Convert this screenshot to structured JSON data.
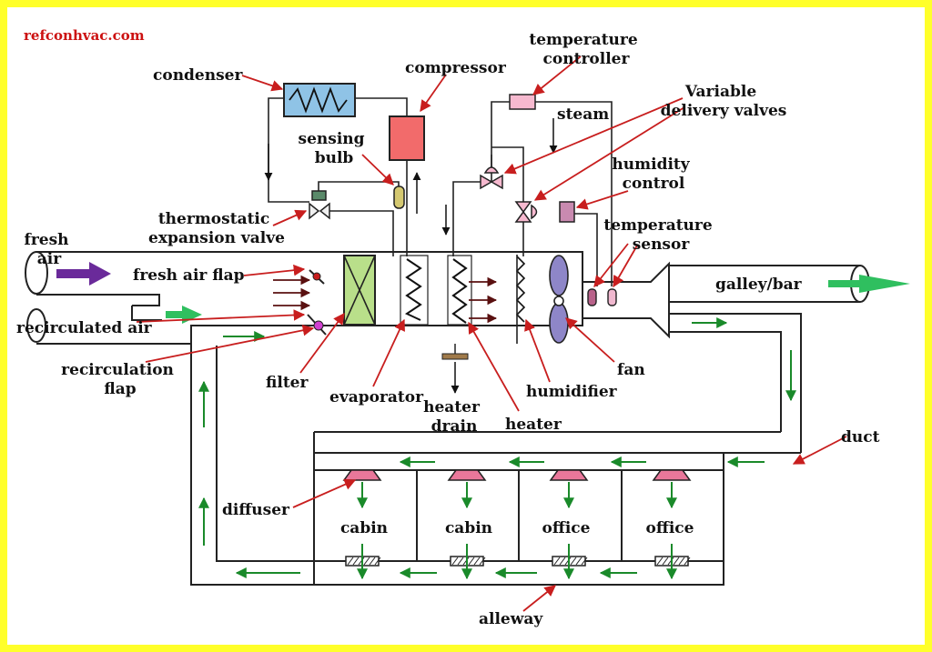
{
  "watermark": "refconhvac.com",
  "colors": {
    "frame": "#ffff2a",
    "arrow_red": "#c81e1e",
    "flow_green": "#1a8a2a",
    "fresh_air_arrow": "#6a2a9a",
    "condenser_fill": "#8fc3e6",
    "compressor_fill": "#f26b6b",
    "filter_fill": "#b9df8a",
    "diffuser_fill": "#e9779a",
    "fan_fill": "#8e86c8",
    "controller_fill": "#f6b9cf",
    "heater_drain_fill": "#a07a4a"
  },
  "labels": {
    "condenser": "condenser",
    "compressor": "compressor",
    "temperature_controller": [
      "temperature",
      "controller"
    ],
    "variable_delivery_valves": [
      "Variable",
      "delivery valves"
    ],
    "steam": "steam",
    "humidity_control": [
      "humidity",
      "control"
    ],
    "temperature_sensor": [
      "temperature",
      "sensor"
    ],
    "sensing_bulb": [
      "sensing",
      "bulb"
    ],
    "thermostatic_expansion_valve": [
      "thermostatic",
      "expansion valve"
    ],
    "fresh_air": [
      "fresh",
      "air"
    ],
    "fresh_air_flap": "fresh air flap",
    "recirculated_air": "recirculated air",
    "recirculation_flap": [
      "recirculation",
      "flap"
    ],
    "filter": "filter",
    "evaporator": "evaporator",
    "heater_drain": [
      "heater",
      "drain"
    ],
    "heater": "heater",
    "humidifier": "humidifier",
    "fan": "fan",
    "galley_bar": "galley/bar",
    "duct": "duct",
    "diffuser": "diffuser",
    "rooms": [
      "cabin",
      "cabin",
      "office",
      "office"
    ],
    "alleway": "alleway"
  }
}
